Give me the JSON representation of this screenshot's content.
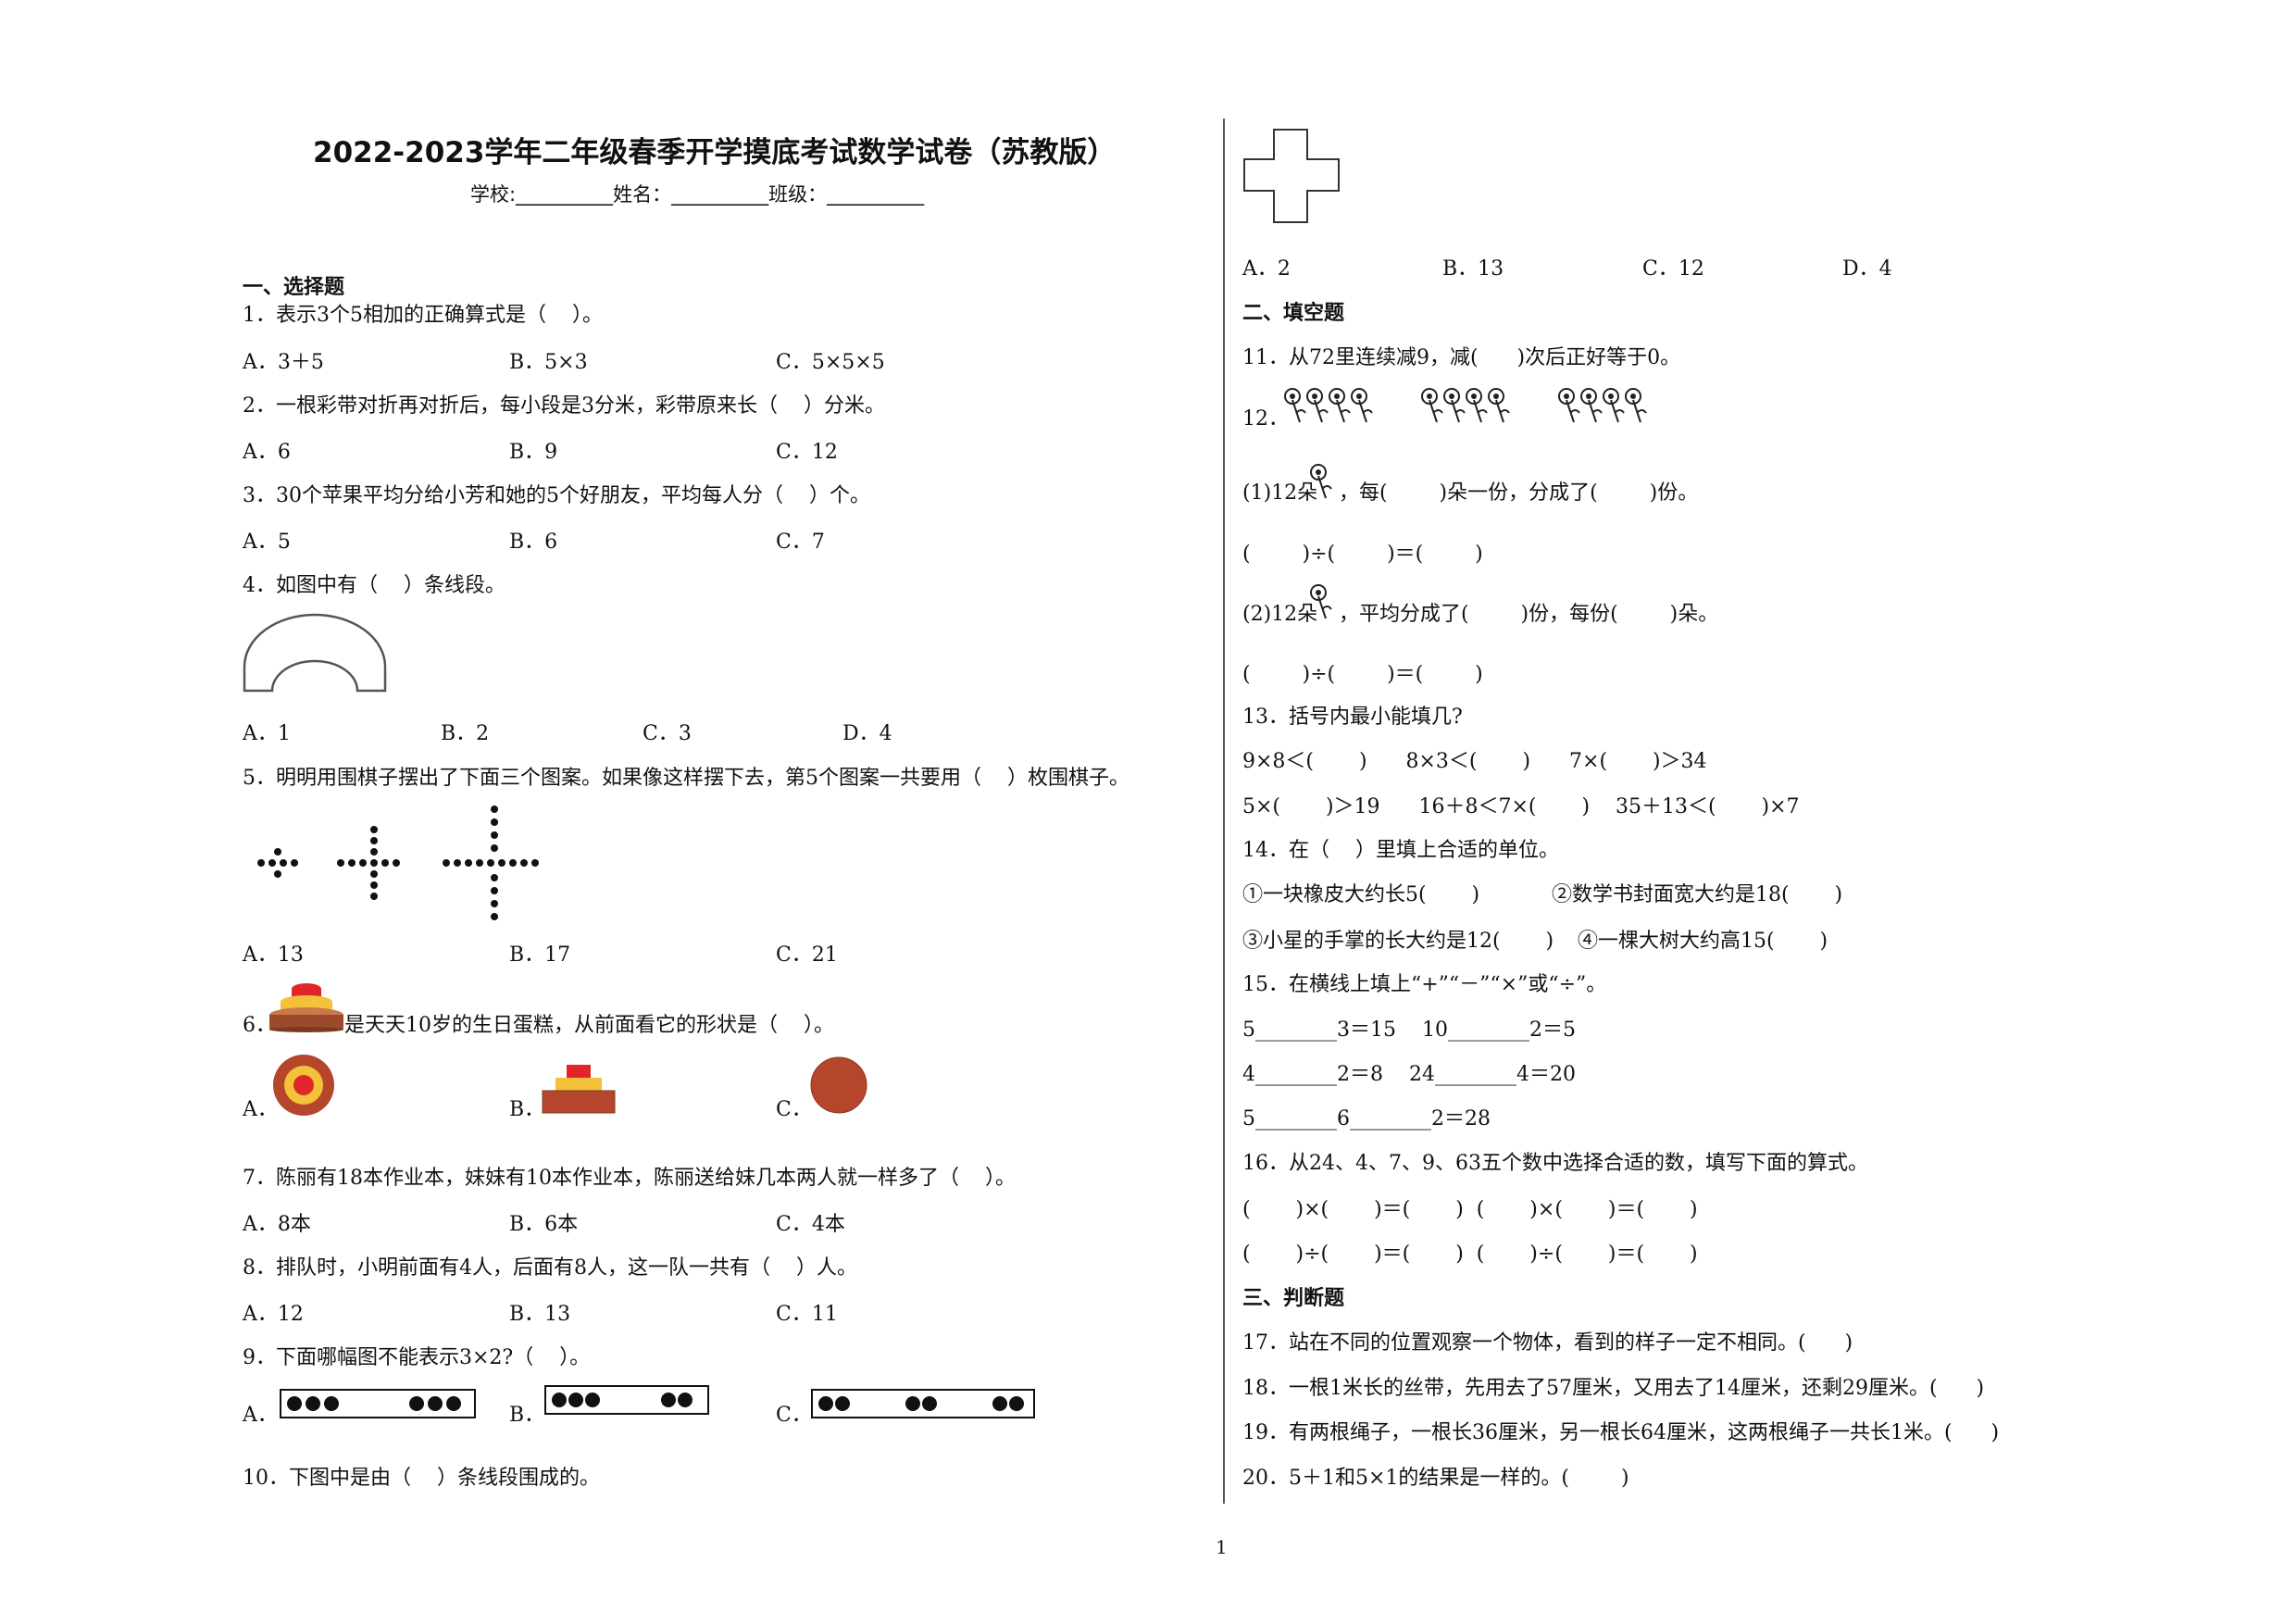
{
  "title": "2022-2023学年二年级春季开学摸底考试数学试卷（苏教版）",
  "info": "学校:__________姓名：__________班级：__________",
  "page_number": "1",
  "sections": {
    "s1": "一、选择题",
    "s2": "二、填空题",
    "s3": "三、判断题"
  },
  "q1": {
    "stem": "1．表示3个5相加的正确算式是（    ）。",
    "a": "A．3＋5",
    "b": "B．5×3",
    "c": "C．5×5×5"
  },
  "q2": {
    "stem": "2．一根彩带对折再对折后，每小段是3分米，彩带原来长（    ）分米。",
    "a": "A．6",
    "b": "B．9",
    "c": "C．12"
  },
  "q3": {
    "stem": "3．30个苹果平均分给小芳和她的5个好朋友，平均每人分（    ）个。",
    "a": "A．5",
    "b": "B．6",
    "c": "C．7"
  },
  "q4": {
    "stem": "4．如图中有（    ）条线段。",
    "a": "A．1",
    "b": "B．2",
    "c": "C．3",
    "d": "D．4"
  },
  "q5": {
    "stem": "5．明明用围棋子摆出了下面三个图案。如果像这样摆下去，第5个图案一共要用（    ）枚围棋子。",
    "a": "A．13",
    "b": "B．17",
    "c": "C．21"
  },
  "q6": {
    "num": "6．",
    "stem": "是天天10岁的生日蛋糕，从前面看它的形状是（    ）。",
    "a": "A．",
    "b": "B．",
    "c": "C．"
  },
  "q7": {
    "stem": "7．陈丽有18本作业本，妹妹有10本作业本，陈丽送给妹几本两人就一样多了（    ）。",
    "a": "A．8本",
    "b": "B．6本",
    "c": "C．4本"
  },
  "q8": {
    "stem": "8．排队时，小明前面有4人，后面有8人，这一队一共有（    ）人。",
    "a": "A．12",
    "b": "B．13",
    "c": "C．11"
  },
  "q9": {
    "stem": "9．下面哪幅图不能表示3×2?（    ）。",
    "a": "A．",
    "b": "B．",
    "c": "C．"
  },
  "q10": {
    "stem": "10．下图中是由（    ）条线段围成的。",
    "a": "A．2",
    "b": "B．13",
    "c": "C．12",
    "d": "D．4"
  },
  "q11": "11．从72里连续减9，减(      )次后正好等于0。",
  "q12": {
    "num": "12．",
    "p1_pre": "(1)12朵",
    "p1_post": "，每(        )朵一份，分成了(        )份。",
    "eq": "(        )÷(        )＝(        )",
    "p2_pre": "(2)12朵",
    "p2_post": "，平均分成了(        )份，每份(        )朵。"
  },
  "q13": {
    "stem": "13．括号内最小能填几?",
    "row1": "9×8＜(       )      8×3＜(       )      7×(       )＞34",
    "row2": "5×(       )＞19      16＋8＜7×(       )    35＋13＜(       )×7"
  },
  "q14": {
    "stem": "14．在（    ）里填上合适的单位。",
    "i1": "①一块橡皮大约长5(       )",
    "i2": "②数学书封面宽大约是18(       )",
    "i3": "③小星的手掌的长大约是12(       )",
    "i4": "④一棵大树大约高15(       )"
  },
  "q15": {
    "stem": "15．在横线上填上“+”“－”“×”或“÷”。",
    "row1": "5________3＝15    10________2＝5",
    "row2": "4________2＝8    24________4＝20",
    "row3": "5________6________2＝28"
  },
  "q16": {
    "stem": "16．从24、4、7、9、63五个数中选择合适的数，填写下面的算式。",
    "row1": "(       )×(       )＝(       )  (       )×(       )＝(       )",
    "row2": "(       )÷(       )＝(       )  (       )÷(       )＝(       )"
  },
  "q17": "17．站在不同的位置观察一个物体，看到的样子一定不相同。(      )",
  "q18": "18．一根1米长的丝带，先用去了57厘米，又用去了14厘米，还剩29厘米。(      )",
  "q19": "19．有两根绳子，一根长36厘米，另一根长64厘米，这两根绳子一共长1米。(      )",
  "q20": "20．5＋1和5×1的结果是一样的。(        )",
  "colors": {
    "cake_red": "#e0262b",
    "cake_yellow": "#f4c23a",
    "cake_brown": "#9c4a2c",
    "plate_red": "#b5462c"
  }
}
